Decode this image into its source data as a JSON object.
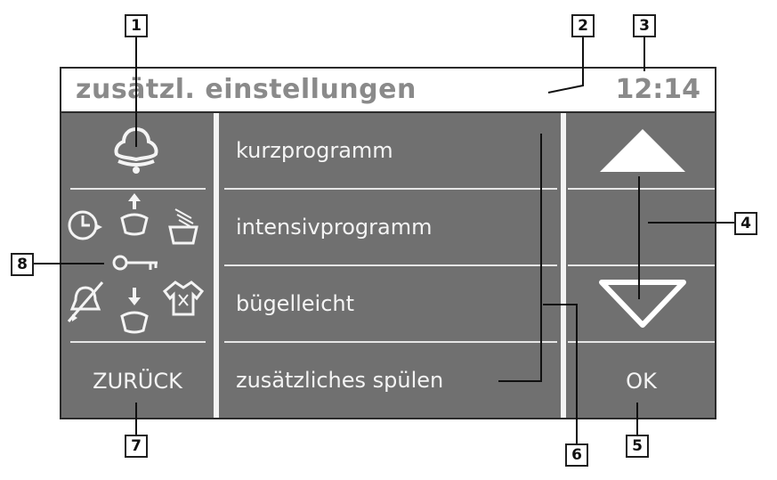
{
  "header": {
    "title": "zusätzl. einstellungen",
    "time": "12:14"
  },
  "menu": {
    "items": [
      {
        "label": "kurzprogramm"
      },
      {
        "label": "intensivprogramm"
      },
      {
        "label": "bügelleicht"
      },
      {
        "label": "zusätzliches spülen"
      }
    ]
  },
  "left": {
    "back_label": "ZURÜCK",
    "top_icon": "bell-icon",
    "status_icons": [
      "timer-icon",
      "load-up-icon",
      "soak-icon",
      "key-icon",
      "mute-bell-icon",
      "load-down-icon",
      "shirt-icon"
    ]
  },
  "right": {
    "up_icon": "arrow-up-icon",
    "down_icon": "arrow-down-icon",
    "ok_label": "OK"
  },
  "callouts": [
    "1",
    "2",
    "3",
    "4",
    "5",
    "6",
    "7",
    "8"
  ]
}
